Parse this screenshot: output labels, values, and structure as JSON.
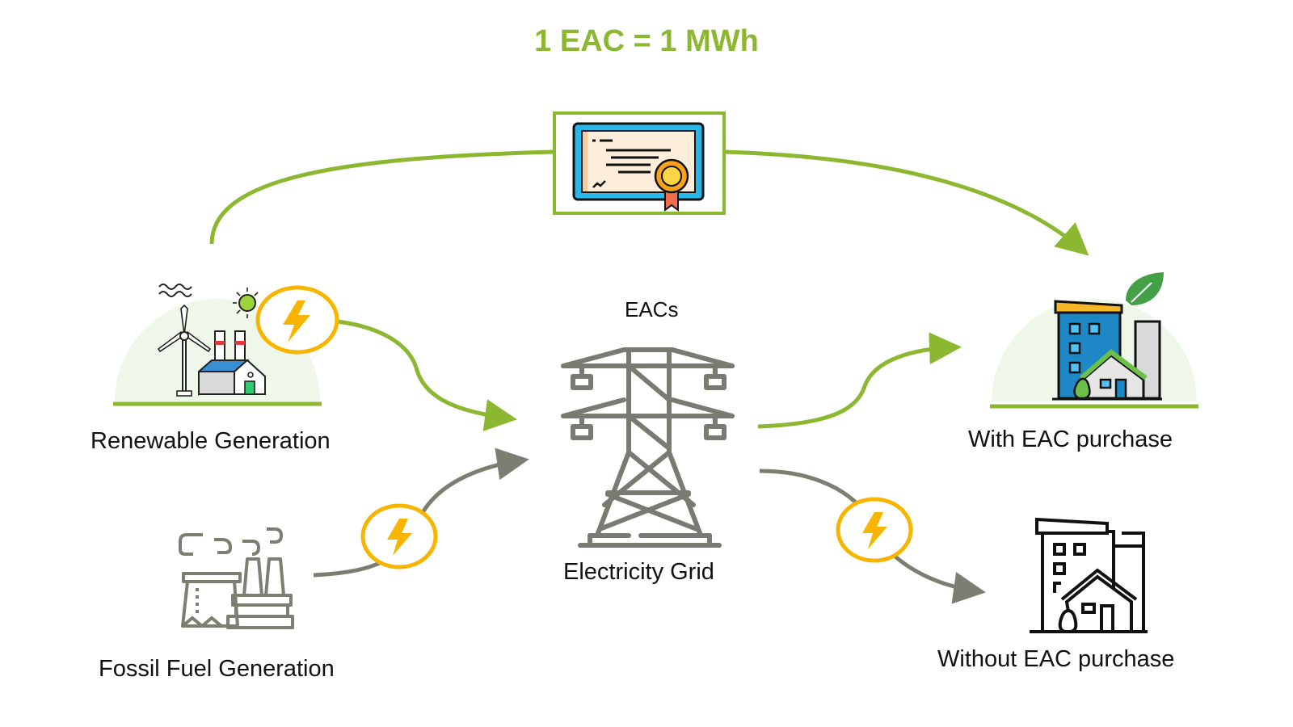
{
  "title": "1 EAC = 1 MWh",
  "nodes": {
    "renewable": {
      "label": "Renewable Generation",
      "icon": "renewable-plant-icon"
    },
    "fossil": {
      "label": "Fossil Fuel Generation",
      "icon": "fossil-plant-icon"
    },
    "grid": {
      "label": "Electricity Grid",
      "top_label": "EACs",
      "icon": "transmission-tower-icon"
    },
    "with_eac": {
      "label": "With EAC purchase",
      "icon": "green-building-icon"
    },
    "without_eac": {
      "label": "Without EAC purchase",
      "icon": "building-icon"
    },
    "certificate": {
      "icon": "certificate-icon"
    }
  },
  "colors": {
    "green": "#8cb831",
    "gray_arrow": "#7d7d72",
    "bolt": "#f7b500",
    "circle_bg": "#eef7e9",
    "tower": "#7a7a72",
    "cert_blue": "#29b6e8",
    "cert_paper": "#fdeedb"
  }
}
